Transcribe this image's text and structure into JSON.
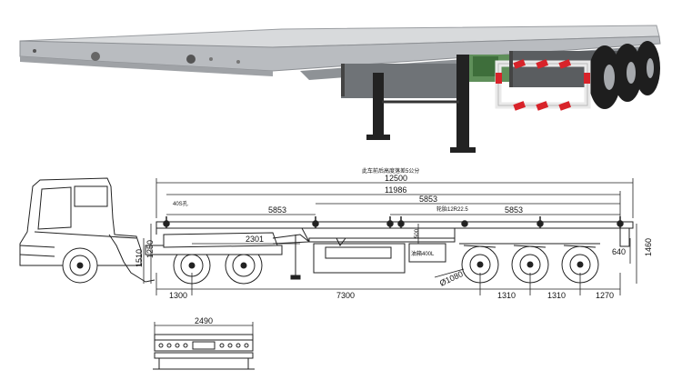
{
  "diagram": {
    "note_top": "此车前后高度落差5公分",
    "dims": {
      "overall_length": "12500",
      "deck_length": "11986",
      "seg_left": "5853",
      "seg_mid": "5853",
      "seg_right": "5853",
      "front_height": "1510",
      "kingpin_offset": "2301",
      "deck_step": "500",
      "rear_height": "1460",
      "rear_overhang_h": "640",
      "wheel_diameter": "Ø1080",
      "front_overhang": "1300",
      "wheelbase": "7300",
      "axle_gap_1": "1310",
      "axle_gap_2": "1310",
      "rear_overhang": "1270",
      "front_clearance": "1250",
      "width": "2490"
    },
    "labels": {
      "king_pin": "40S孔",
      "axle_note": "轮胎12R22.5",
      "tank_label": "油箱400L"
    }
  },
  "colors": {
    "line": "#222222",
    "deck_top": "#d8dadc",
    "deck_side": "#b9bcc0",
    "bumper_red": "#d8232a",
    "tire": "#1e1e1e"
  }
}
